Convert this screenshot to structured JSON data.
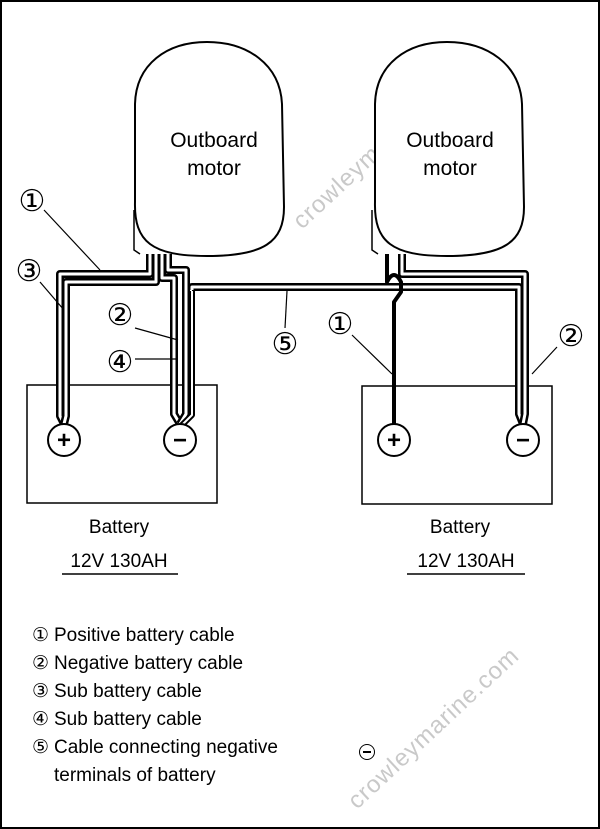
{
  "motors": [
    {
      "label_line1": "Outboard",
      "label_line2": "motor"
    },
    {
      "label_line1": "Outboard",
      "label_line2": "motor"
    }
  ],
  "batteries": [
    {
      "label": "Battery",
      "spec": "12V 130AH",
      "pos_symbol": "+",
      "neg_symbol": "−"
    },
    {
      "label": "Battery",
      "spec": "12V 130AH",
      "pos_symbol": "+",
      "neg_symbol": "−"
    }
  ],
  "callouts": [
    "①",
    "②",
    "③",
    "④",
    "⑤"
  ],
  "legend": [
    {
      "num": "①",
      "text": "Positive battery cable"
    },
    {
      "num": "②",
      "text": "Negative battery cable"
    },
    {
      "num": "③",
      "text": "Sub battery cable"
    },
    {
      "num": "④",
      "text": "Sub battery cable"
    },
    {
      "num": "⑤",
      "text": "Cable connecting negative\nterminals of battery"
    }
  ],
  "watermark": "crowleymarine.com"
}
